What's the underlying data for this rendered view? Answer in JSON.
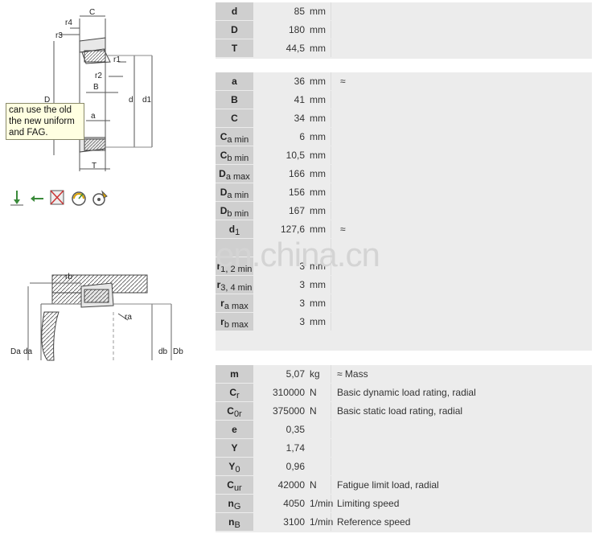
{
  "diagram_top": {
    "labels": {
      "C": "C",
      "r4": "r4",
      "r3": "r3",
      "r1": "r1",
      "r2": "r2",
      "B": "B",
      "D": "D",
      "d": "d",
      "d1": "d1",
      "a": "a",
      "T": "T"
    },
    "tooltip": "can use the old the new uniform and FAG."
  },
  "diagram_bottom": {
    "labels": {
      "rb": "rb",
      "ra": "ra",
      "Da": "Da",
      "da": "da",
      "db": "db",
      "Db": "Db"
    }
  },
  "icons": [
    "radial-load-icon",
    "axial-load-icon",
    "no-separable-icon",
    "speed-icon",
    "lubrication-icon"
  ],
  "groups": [
    {
      "rows": [
        {
          "sym": "d",
          "sub": "",
          "value": "85",
          "unit": "mm"
        },
        {
          "sym": "D",
          "sub": "",
          "value": "180",
          "unit": "mm"
        },
        {
          "sym": "T",
          "sub": "",
          "value": "44,5",
          "unit": "mm"
        }
      ]
    },
    {
      "rows": [
        {
          "sym": "a",
          "sub": "",
          "value": "36",
          "unit": "mm",
          "approx": "≈"
        },
        {
          "sym": "B",
          "sub": "",
          "value": "41",
          "unit": "mm"
        },
        {
          "sym": "C",
          "sub": "",
          "value": "34",
          "unit": "mm"
        },
        {
          "sym": "C",
          "sub": "a min",
          "value": "6",
          "unit": "mm"
        },
        {
          "sym": "C",
          "sub": "b min",
          "value": "10,5",
          "unit": "mm"
        },
        {
          "sym": "D",
          "sub": "a max",
          "value": "166",
          "unit": "mm"
        },
        {
          "sym": "D",
          "sub": "a min",
          "value": "156",
          "unit": "mm"
        },
        {
          "sym": "D",
          "sub": "b min",
          "value": "167",
          "unit": "mm"
        },
        {
          "sym": "d",
          "sub": "1",
          "value": "127,6",
          "unit": "mm",
          "approx": "≈"
        },
        {
          "sym": "",
          "sub": "",
          "value": "",
          "unit": ""
        },
        {
          "sym": "r",
          "sub": "1, 2 min",
          "value": "3",
          "unit": "mm"
        },
        {
          "sym": "r",
          "sub": "3, 4 min",
          "value": "3",
          "unit": "mm"
        },
        {
          "sym": "r",
          "sub": "a max",
          "value": "3",
          "unit": "mm"
        },
        {
          "sym": "r",
          "sub": "b max",
          "value": "3",
          "unit": "mm"
        }
      ]
    },
    {
      "rows": [
        {
          "sym": "m",
          "sub": "",
          "value": "5,07",
          "unit": "kg",
          "desc": "≈ Mass"
        },
        {
          "sym": "C",
          "sub": "r",
          "value": "310000",
          "unit": "N",
          "desc": "Basic dynamic load rating, radial"
        },
        {
          "sym": "C",
          "sub": "0r",
          "value": "375000",
          "unit": "N",
          "desc": "Basic static load rating, radial"
        },
        {
          "sym": "e",
          "sub": "",
          "value": "0,35",
          "unit": ""
        },
        {
          "sym": "Y",
          "sub": "",
          "value": "1,74",
          "unit": ""
        },
        {
          "sym": "Y",
          "sub": "0",
          "value": "0,96",
          "unit": ""
        },
        {
          "sym": "C",
          "sub": "ur",
          "value": "42000",
          "unit": "N",
          "desc": "Fatigue limit load, radial"
        },
        {
          "sym": "n",
          "sub": "G",
          "value": "4050",
          "unit": "1/min",
          "desc": "Limiting speed"
        },
        {
          "sym": "n",
          "sub": "B",
          "value": "3100",
          "unit": "1/min",
          "desc": "Reference speed"
        }
      ]
    }
  ],
  "watermark": "en.china.cn"
}
